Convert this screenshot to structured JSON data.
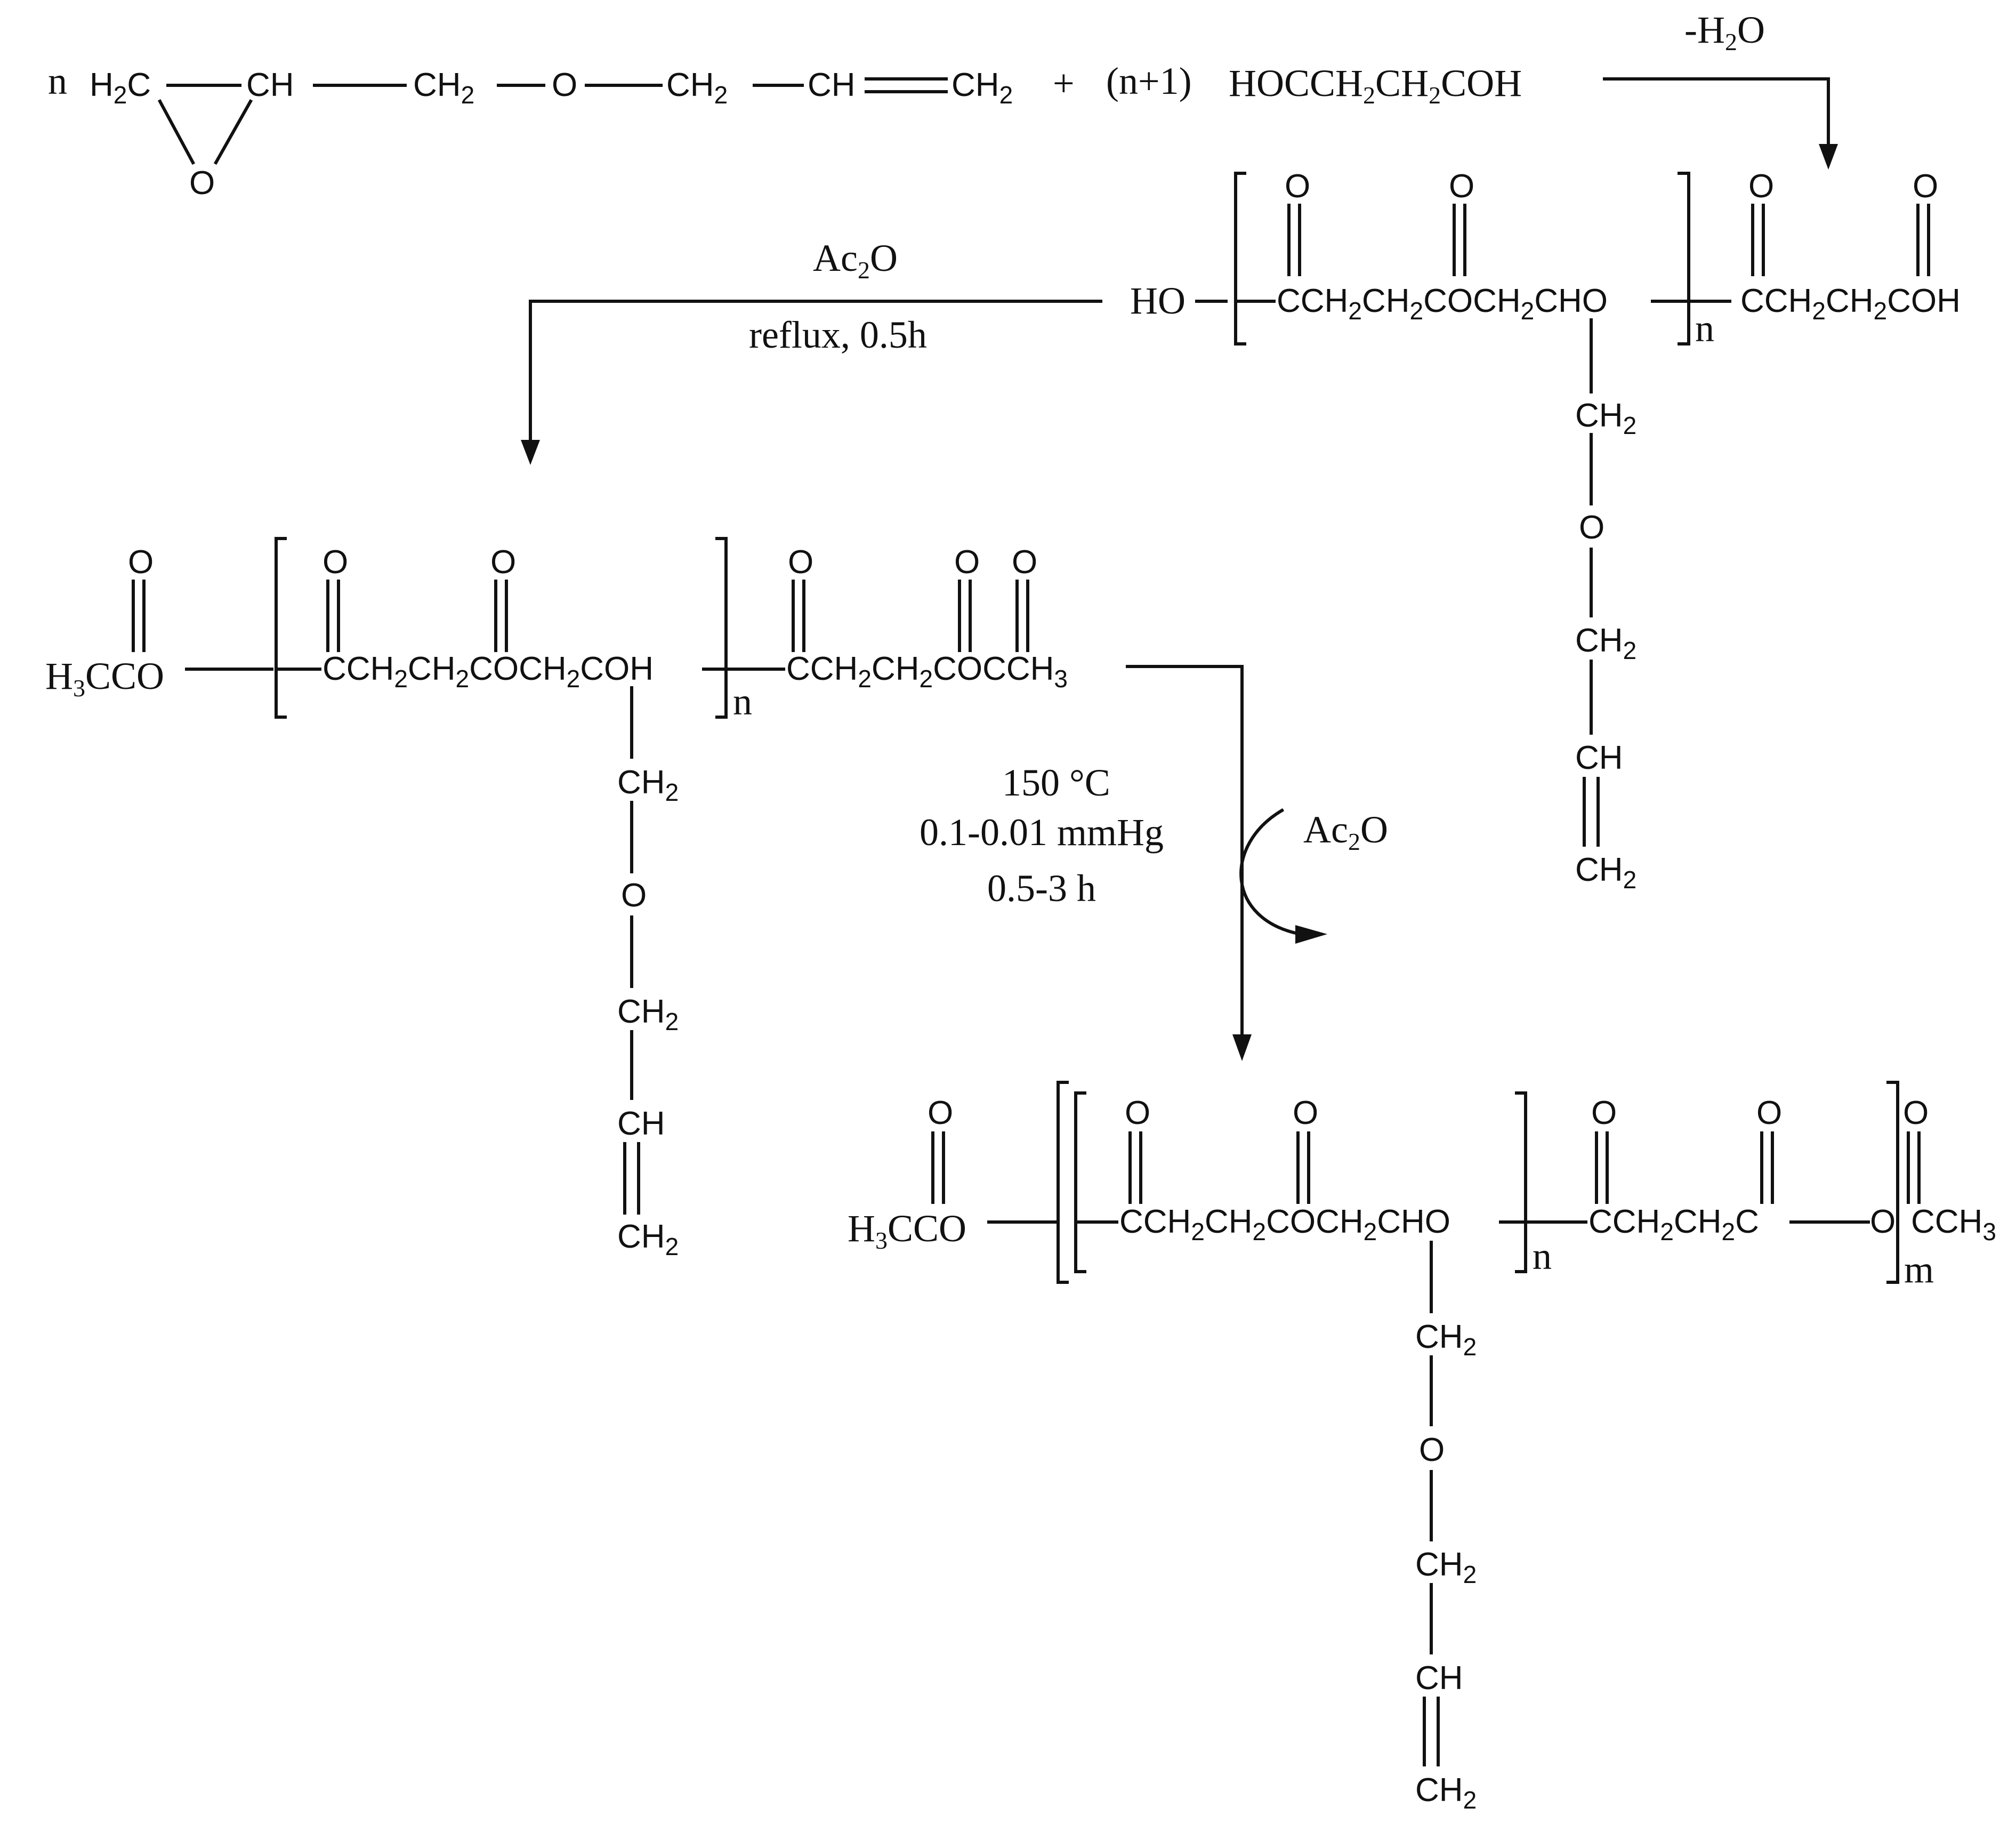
{
  "reaction1": {
    "coef_n": "n",
    "ch2_ring": "H2C",
    "ch_ring": "CH",
    "o_ring": "O",
    "ch2_a": "CH2",
    "o_ether": "O",
    "ch2_b": "CH2",
    "ch_vinyl": "CH",
    "ch2_vinyl": "CH2",
    "plus": "+",
    "coef_n1": "(n+1)",
    "acid": "HOCCH2CH2COH",
    "byproduct": "-H2O"
  },
  "polyester": {
    "ho": "HO",
    "repeat": "CCH2CH2COCH2CHO",
    "end": "CCH2CH2COH",
    "n": "n",
    "carbonyl_o": "O",
    "side_ch2": "CH2",
    "side_o": "O",
    "side_ch2b": "CH2",
    "side_ch": "CH",
    "side_ch2c": "CH2"
  },
  "step2": {
    "reagent": "Ac2O",
    "condition": "reflux, 0.5h"
  },
  "acetylated": {
    "start": "H3CCO",
    "repeat": "CCH2CH2COCH2COH",
    "end": "CCH2CH2COCCH3",
    "n": "n",
    "carbonyl_o": "O",
    "side_ch2": "CH2",
    "side_o": "O",
    "side_ch2b": "CH2",
    "side_ch": "CH",
    "side_ch2c": "CH2"
  },
  "step3": {
    "temp": "150 °C",
    "pressure": "0.1-0.01 mmHg",
    "time": "0.5-3 h",
    "byproduct": "Ac2O"
  },
  "final_product": {
    "start": "H3CCO",
    "repeat": "CCH2CH2COCH2CHO",
    "n": "n",
    "mid": "CCH2CH2C",
    "end_o": "O",
    "end": "CCH3",
    "m": "m",
    "carbonyl_o": "O",
    "side_ch2": "CH2",
    "side_o": "O",
    "side_ch2b": "CH2",
    "side_ch": "CH",
    "side_ch2c": "CH2"
  }
}
